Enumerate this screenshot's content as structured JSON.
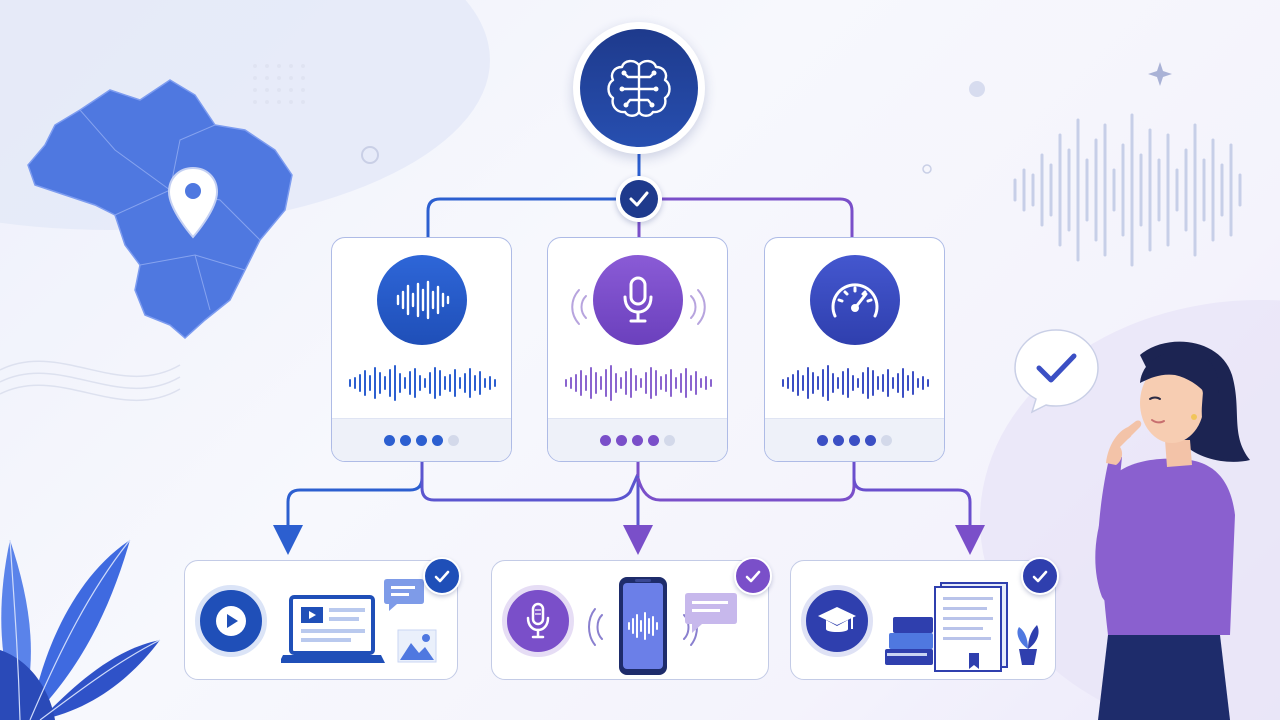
{
  "theme": {
    "blue": "#2c5fd0",
    "navy": "#1e3a8c",
    "purple": "#7a4fc9",
    "indigo": "#3b4fc4",
    "light_bg": "#eef1f9"
  },
  "brain_node": {
    "icon": "brain-circuit-icon"
  },
  "hub_check": {
    "icon": "check-icon"
  },
  "top_cards": [
    {
      "icon": "sound-wave-icon",
      "color": "#2c5fd0",
      "rating_filled": 4,
      "rating_total": 5
    },
    {
      "icon": "microphone-icon",
      "color": "#7a4fc9",
      "rating_filled": 4,
      "rating_total": 5
    },
    {
      "icon": "speedometer-icon",
      "color": "#3b4fc4",
      "rating_filled": 4,
      "rating_total": 5
    }
  ],
  "bottom_cards": [
    {
      "icons": [
        "play-icon",
        "laptop-video-icon",
        "chat-bubble-icon",
        "image-icon"
      ],
      "checked": true
    },
    {
      "icons": [
        "microphone-icon",
        "smartphone-audio-icon",
        "chat-bubble-icon"
      ],
      "checked": true
    },
    {
      "icons": [
        "graduation-cap-icon",
        "books-icon",
        "document-icon",
        "plant-icon"
      ],
      "checked": true
    }
  ],
  "decor": {
    "map": "brazil-map-icon",
    "pin": "location-pin-icon",
    "person": "thinking-woman-illustration",
    "speech": "check-speech-bubble-icon",
    "leaves": "leaves-decoration"
  }
}
